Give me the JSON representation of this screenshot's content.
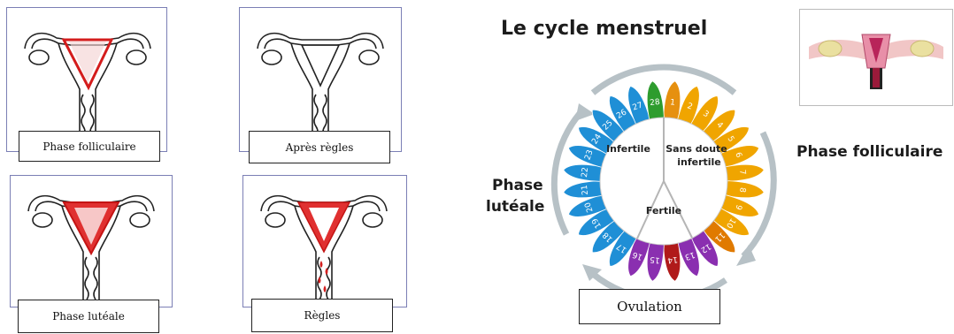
{
  "panels": [
    {
      "label": "Phase folliculaire",
      "variant": "follicular"
    },
    {
      "label": "Après règles",
      "variant": "after"
    },
    {
      "label": "Phase lutéale",
      "variant": "luteal"
    },
    {
      "label": "Règles",
      "variant": "menses"
    }
  ],
  "cycle": {
    "title": "Le cycle menstruel",
    "phase_right": "Phase folliculaire",
    "phase_left_line1": "Phase",
    "phase_left_line2": "lutéale",
    "ovulation_label": "Ovulation",
    "inner_infertile": "Infertile",
    "inner_maybe_line1": "Sans doute",
    "inner_maybe_line2": "infertile",
    "inner_fertile": "Fertile",
    "days": [
      "1",
      "2",
      "3",
      "4",
      "5",
      "6",
      "7",
      "8",
      "9",
      "10",
      "11",
      "12",
      "13",
      "14",
      "15",
      "16",
      "17",
      "18",
      "19",
      "20",
      "21",
      "22",
      "23",
      "24",
      "25",
      "26",
      "27",
      "28"
    ],
    "petal_colors": [
      "#e6900f",
      "#f0a500",
      "#f0a500",
      "#f0a500",
      "#f0a500",
      "#f0a500",
      "#f0a500",
      "#f0a500",
      "#f0a500",
      "#f0a500",
      "#e07a00",
      "#8a2fb0",
      "#8a2fb0",
      "#b01a1a",
      "#8a2fb0",
      "#8a2fb0",
      "#1f8fd6",
      "#1f8fd6",
      "#1f8fd6",
      "#1f8fd6",
      "#1f8fd6",
      "#1f8fd6",
      "#1f8fd6",
      "#1f8fd6",
      "#1f8fd6",
      "#1f8fd6",
      "#1f8fd6",
      "#2e9c2e"
    ]
  }
}
